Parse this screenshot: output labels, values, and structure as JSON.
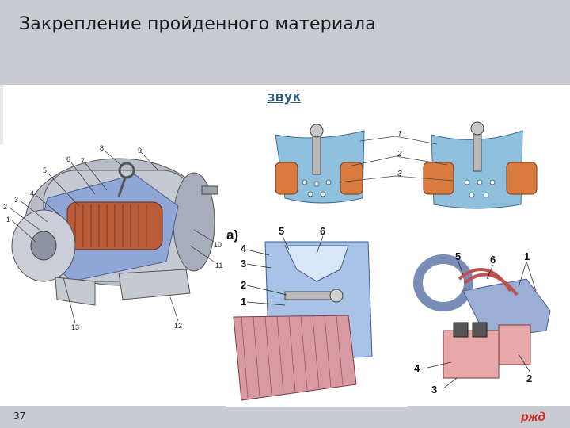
{
  "slide": {
    "title": "Закрепление пройденного материала",
    "sound_link": "звук",
    "page_number": "37",
    "logo_text": "ржд"
  },
  "motor_figure": {
    "labels": [
      "1",
      "2",
      "3",
      "4",
      "5",
      "6",
      "7",
      "8",
      "9",
      "10",
      "11",
      "12",
      "13"
    ]
  },
  "cross_section_figure": {
    "labels": [
      "1",
      "2",
      "3"
    ]
  },
  "pole_figure": {
    "panel_label": "а)",
    "labels": [
      "5",
      "6",
      "4",
      "3",
      "2",
      "1"
    ]
  },
  "brush_holder_figure": {
    "labels": [
      "5",
      "6",
      "1",
      "4",
      "2",
      "3"
    ]
  },
  "colors": {
    "header": "#c8cbd2",
    "link": "#2d5b7f",
    "logo": "#d12d26",
    "steel_blue": "#8fa6d6",
    "copper": "#b85c3a",
    "pole_pink": "#e8b3bd"
  }
}
